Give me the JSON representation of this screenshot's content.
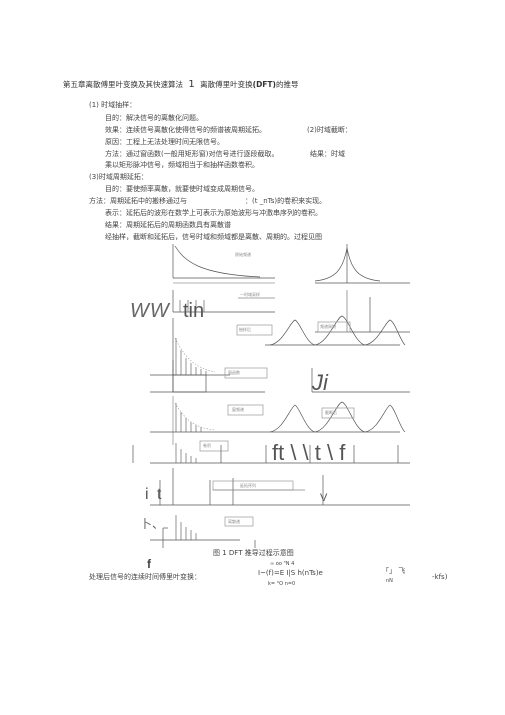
{
  "header": {
    "left": "第五章离散傅里叶变换及其快速算法",
    "num": "1",
    "right": "离散傅里叶变换",
    "dft": "(DFT)",
    "tail": "的推导"
  },
  "sections": {
    "s1_title": "(1)  时域抽样：",
    "s1_l1": "目的：解决信号的离散化问题。",
    "s1_l2": "效果：连续信号离散化使得信号的频谱被周期延拓。",
    "s1_l2b": "(2)时域截断：",
    "s1_l3": "原因：工程上无法处理时间无限信号。",
    "s1_l4": "方法：通过窗函数(一般用矩形窗)对信号进行逐段截取。",
    "s1_l4b": "结果：时域",
    "s1_l5": "乘以矩形脉冲信号，频域相当于和抽样函数卷积。",
    "s3_title": "(3)时域周期延拓：",
    "s3_l1": "目的：要使频率离散，就要使时域变成周期信号。",
    "s3_l2": "方法：周期延拓中的搬移通过与",
    "s3_l2b": "：(t _nTs)的卷积来实现。",
    "s3_l3": "表示：延拓后的波形在数学上可表示为原始波形与冲激串序列的卷积。",
    "s3_l4": "结果：周期延拓后的周期函数具有离散谱",
    "s3_l5": "经抽样，截断和延拓后，信号时域和频域都是离散、周期的。过程见图"
  },
  "figure": {
    "label_ww": "WW",
    "label_tin": "tin",
    "label_ji": "Ji",
    "label_ft": "ft \\ \\ t \\ f",
    "label_it": "i t",
    "label_v": "V",
    "label_f": "f",
    "label_mark": "卜、",
    "tiny": {
      "a": "原始频谱",
      "b": "一时域采样",
      "c": "抽样后",
      "d": "频谱周期",
      "e": "窗函数",
      "f": "窗频谱",
      "g": "截断后",
      "h": "卷积",
      "i": "延拓序列",
      "j": "周期延拓",
      "k": "离散谱"
    },
    "caption": "图 1 DFT 推导过程示意图"
  },
  "formula": {
    "lead": "处理后信号的连续时间傅里叶变换：",
    "top": "∞     oo \"N 4",
    "main": "I~(f)=E I|S h(nTs)e",
    "sub": "k= °O          n=0",
    "right1": "「」 飞",
    "right2": "nN",
    "right3": "-kfs)"
  }
}
